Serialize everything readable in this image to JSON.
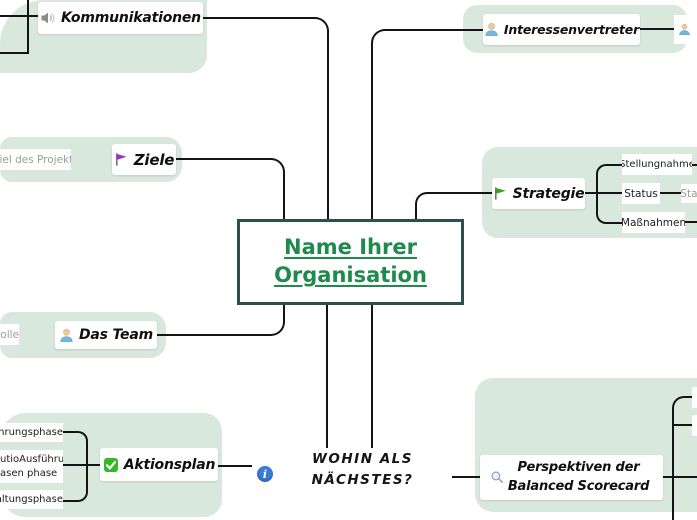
{
  "central_topic": {
    "line1": "Name Ihrer",
    "line2": "Organisation"
  },
  "topics": {
    "kommunikationen": "Kommunikationen",
    "ziele": "Ziele",
    "interessenvertreter": "Interessenvertreter",
    "strategie": "Strategie",
    "das_team": "Das Team",
    "aktionsplan": "Aktionsplan",
    "perspektiven_line1": "Perspektiven der",
    "perspektiven_line2": "Balanced Scorecard",
    "wohin_line1": "WOHIN ALS",
    "wohin_line2": "NÄCHSTES?"
  },
  "subtopics": {
    "ziel_des_projekts": "Ziel des Projekts",
    "rolle_cut": "olle",
    "stellungnahme": "Stellungnahme",
    "status": "Status",
    "status_placeholder_cut": "Sta",
    "massnahmen": "Maßnahmen",
    "phase1_cut": "ührungsphase",
    "phase2_cut_line1": "utioAusführun",
    "phase2_cut_line2": "asen phase",
    "phase3_cut": "haltungsphase"
  },
  "icons": {
    "kommunikationen": "speaker-icon",
    "ziele": "flag-purple-icon",
    "interessenvertreter": "person-icon",
    "strategie": "flag-green-icon",
    "das_team": "person-icon",
    "aktionsplan": "checkbox-icon",
    "perspektiven": "magnifier-icon",
    "aktionsplan_attachment": "info-icon"
  },
  "info_icon_glyph": "i",
  "colors": {
    "container_green": "#d9e8dd",
    "central_text_green": "#1f8a4d",
    "central_border_teal": "#2b5050",
    "connector_black": "#141414",
    "info_blue": "#3a7bd5",
    "checkbox_green": "#38b52c",
    "flag_purple": "#9b30c9",
    "flag_green": "#3a9e1e",
    "placeholder_grey": "#9c9c9c"
  }
}
